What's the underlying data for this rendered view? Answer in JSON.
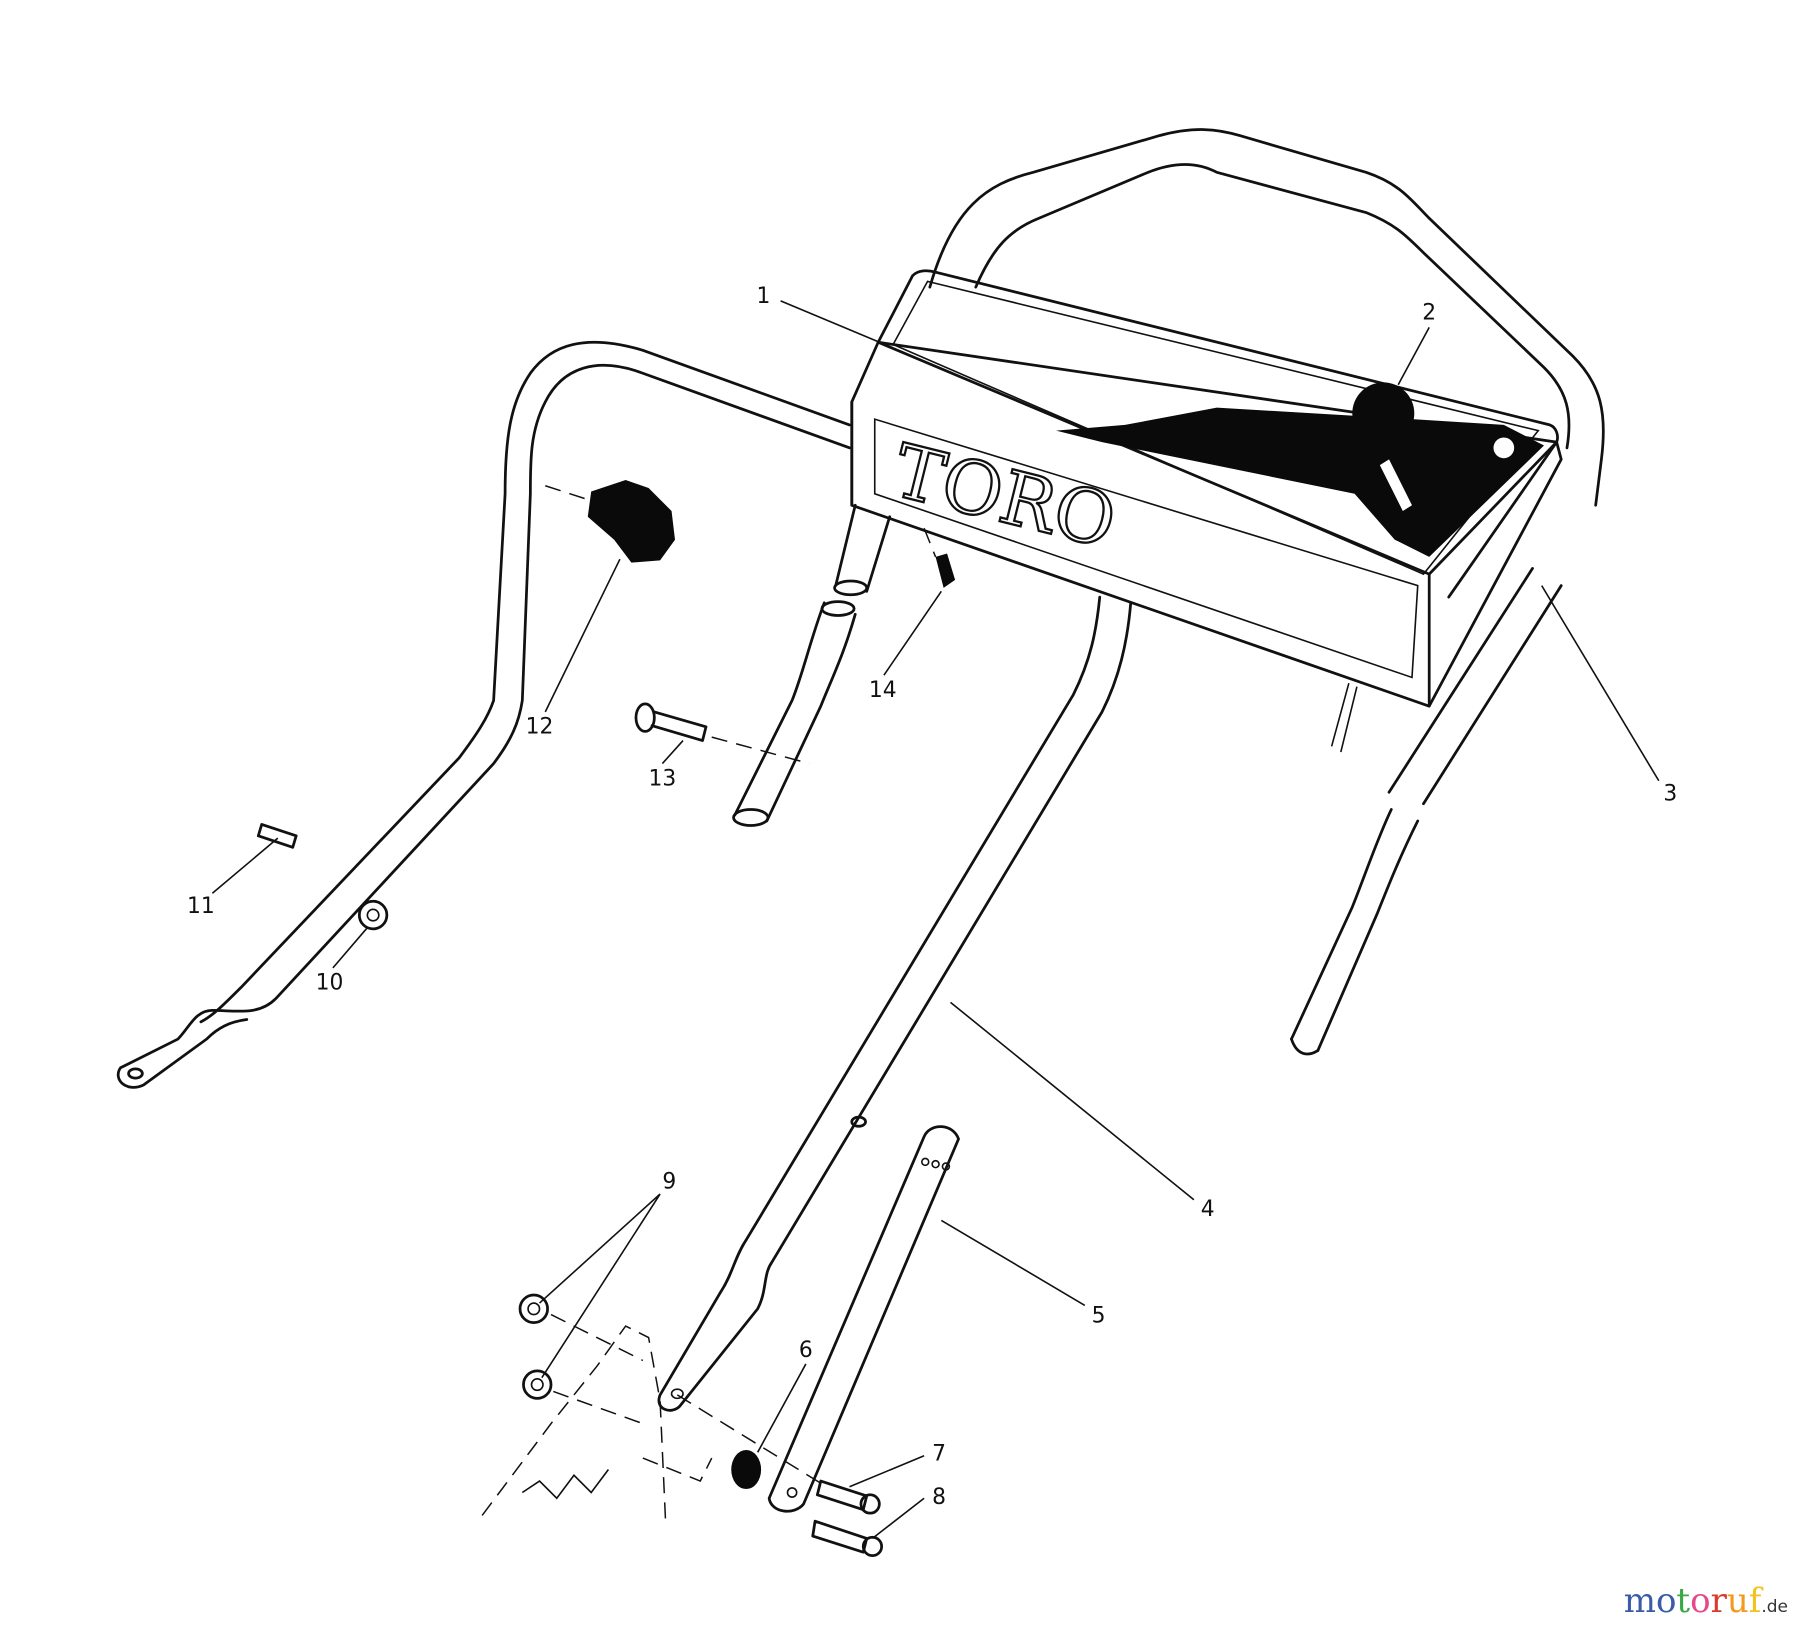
{
  "diagram": {
    "brand_logo": "TORO",
    "part_callouts": [
      "1",
      "2",
      "3",
      "4",
      "5",
      "6",
      "7",
      "8",
      "9",
      "10",
      "11",
      "12",
      "13",
      "14"
    ]
  },
  "watermark": {
    "text": "motoruf",
    "suffix": ".de",
    "letter_colors": [
      "#3b5ba8",
      "#3b5ba8",
      "#3aa844",
      "#e24a8a",
      "#d93a2b",
      "#f29a1d",
      "#f2c31d"
    ]
  }
}
